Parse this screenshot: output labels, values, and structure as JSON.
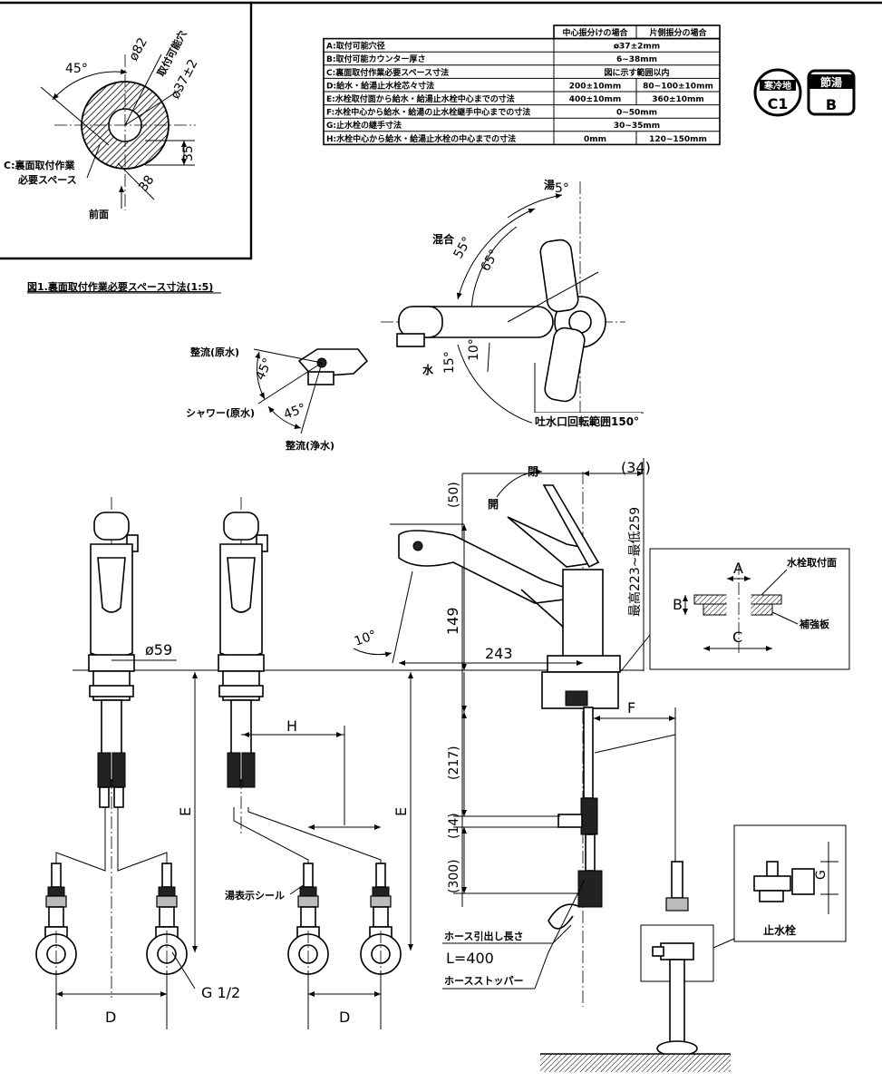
{
  "inset": {
    "angle": "45°",
    "outer_dia": "ø82",
    "hole_label": "取付可能穴",
    "hole_dia": "ø37±2",
    "dim_35": "35",
    "dim_38": "38",
    "space_label_1": "C:裏面取付作業",
    "space_label_2": "必要スペース",
    "front_label": "前面"
  },
  "figure_caption": "図1.裏面取付作業必要スペース寸法(1:5)",
  "spec_table": {
    "headers": [
      "中心振分けの場合",
      "片側振分の場合"
    ],
    "rows": [
      {
        "label": "A:取付可能穴径",
        "values": [
          "ø37±2mm"
        ],
        "merged": true
      },
      {
        "label": "B:取付可能カウンター厚さ",
        "values": [
          "6~38mm"
        ],
        "merged": true
      },
      {
        "label": "C:裏面取付作業必要スペース寸法",
        "values": [
          "図に示す範囲以内"
        ],
        "merged": true
      },
      {
        "label": "D:給水・給湯止水栓芯々寸法",
        "values": [
          "200±10mm",
          "80~100±10mm"
        ],
        "merged": false
      },
      {
        "label": "E:水栓取付面から給水・給湯止水栓中心までの寸法",
        "values": [
          "400±10mm",
          "360±10mm"
        ],
        "merged": false
      },
      {
        "label": "F:水栓中心から給水・給湯の止水栓継手中心までの寸法",
        "values": [
          "0~50mm"
        ],
        "merged": true
      },
      {
        "label": "G:止水栓の継手寸法",
        "values": [
          "30~35mm"
        ],
        "merged": true
      },
      {
        "label": "H:水栓中心から給水・給湯止水栓の中心までの寸法",
        "values": [
          "0mm",
          "120~150mm"
        ],
        "merged": false
      }
    ]
  },
  "badges": {
    "c1_top": "寒冷地",
    "c1_bottom": "C1",
    "b_top": "節湯",
    "b_bottom": "B"
  },
  "handle_view": {
    "hot": "湯",
    "angle_5": "5°",
    "mix": "混合",
    "angle_55": "55°",
    "angle_65": "65°",
    "water": "水",
    "angle_15": "15°",
    "angle_10": "10°",
    "rotation": "吐水口回転範囲150°"
  },
  "spray_head": {
    "straight_hot": "整流(原水)",
    "angle_a": "45°",
    "shower": "シャワー(原水)",
    "angle_b": "45°",
    "straight_cold": "整流(浄水)"
  },
  "elevation": {
    "close": "閉",
    "open": "開",
    "dim_34": "(34)",
    "dim_50": "(50)",
    "dim_149": "149",
    "dim_height": "最高223~最低259",
    "dim_243": "243",
    "angle_10": "10°",
    "dia_59": "ø59",
    "dim_217": "(217)",
    "dim_14": "(14)",
    "dim_300": "(300)",
    "f": "F",
    "h": "H",
    "e_left": "E",
    "e_right": "E",
    "seal": "湯表示シール",
    "g_thread": "G 1/2",
    "d_left": "D",
    "d_right": "D",
    "hose_label": "ホース引出し長さ",
    "hose_len": "L=400",
    "hose_stopper": "ホースストッパー"
  },
  "mount_detail": {
    "a": "A",
    "b": "B",
    "c": "C",
    "surface": "水栓取付面",
    "plate": "補強板"
  },
  "valve_detail": {
    "g": "G",
    "label": "止水栓"
  }
}
